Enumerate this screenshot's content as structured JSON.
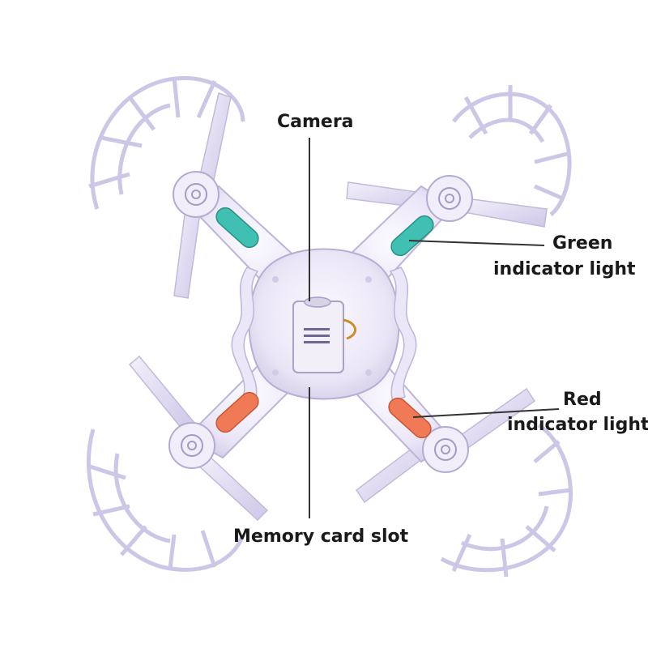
{
  "labels": {
    "camera": "Camera",
    "green_line1": "Green",
    "green_line2": "indicator light",
    "red_line1": "Red",
    "red_line2": "indicator light",
    "memory": "Memory card slot"
  },
  "colors": {
    "body": "#efeaf8",
    "body_edge": "#b9b2d3",
    "guard": "#c9c2e4",
    "blade": "#ddd6f2",
    "green_led": "#3fc0b2",
    "red_led": "#f07a55",
    "leader_line": "#333333"
  }
}
